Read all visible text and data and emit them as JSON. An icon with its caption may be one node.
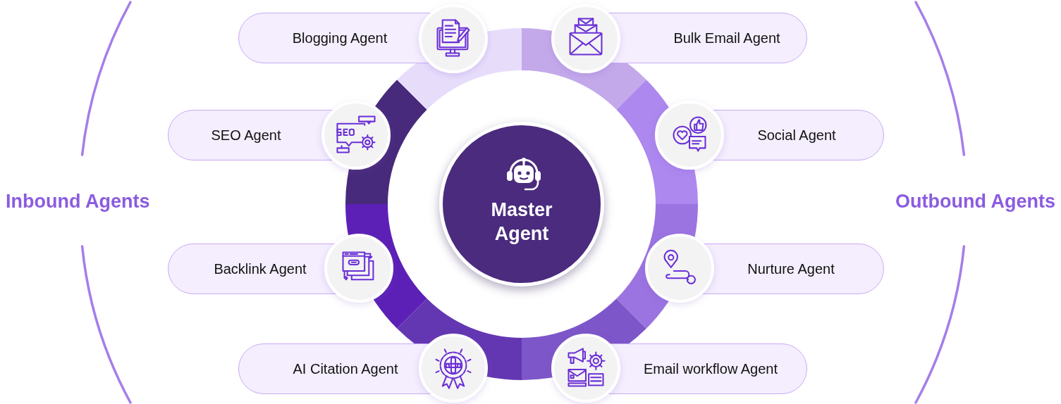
{
  "diagram": {
    "nodes": [
      {
        "text": [
          "Blogging Agent"
        ]
      },
      {
        "text": [
          "Bulk Email Agent"
        ]
      },
      {
        "text": [
          "SEO Agent"
        ]
      },
      {
        "text": [
          "Social Agent"
        ]
      },
      {
        "text": [
          "Master Agent"
        ]
      },
      {
        "text": [
          "Backlink Agent"
        ]
      },
      {
        "text": [
          "Nurture Agent"
        ]
      },
      {
        "text": [
          "AI Citation Agent"
        ]
      },
      {
        "text": [
          "Email workflow Agent"
        ]
      }
    ],
    "labels": [
      "Inbound Agents",
      "Outbound Agents"
    ]
  }
}
